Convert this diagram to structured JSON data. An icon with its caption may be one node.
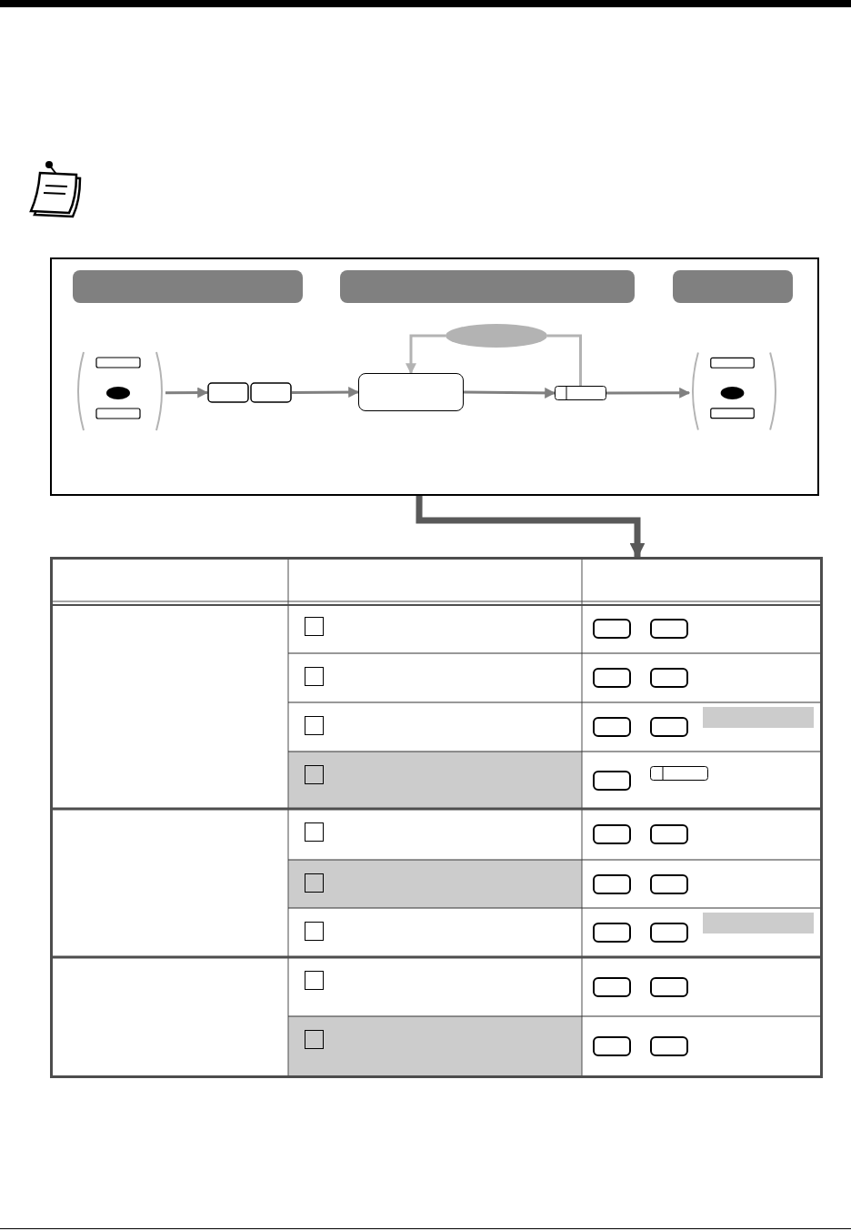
{
  "diagram": {
    "nodes": [
      {
        "text": [],
        "shape": "box"
      },
      {
        "text": [],
        "shape": "bar",
        "in": 0
      },
      {
        "text": [],
        "shape": "bar",
        "in": 0
      },
      {
        "text": [],
        "shape": "bar",
        "in": 0
      },
      {
        "text": [],
        "shape": "box",
        "in": 0
      },
      {
        "text": [],
        "shape": "box",
        "in": 0
      },
      {
        "text": [],
        "shape": "box",
        "in": 0
      },
      {
        "text": [],
        "shape": "box",
        "in": 0
      },
      {
        "text": [],
        "shape": "box",
        "in": 0
      },
      {
        "text": [],
        "shape": "ellipse",
        "in": 0
      },
      {
        "text": [],
        "shape": "box"
      },
      {
        "text": [],
        "shape": "bar",
        "in": 10
      },
      {
        "text": [],
        "shape": "bar",
        "in": 10
      }
    ],
    "edges": [
      {
        "from": 4,
        "to": 5,
        "arrow": "to"
      },
      {
        "from": 5,
        "to": 6,
        "arrow": "to"
      },
      {
        "from": 6,
        "to": 7,
        "arrow": "to"
      },
      {
        "from": 7,
        "to": 8,
        "arrow": "to"
      },
      {
        "from": 7,
        "to": 9,
        "arrow": "none",
        "color": "#b3b3b3"
      },
      {
        "from": 9,
        "to": 6,
        "arrow": "to",
        "color": "#b3b3b3"
      },
      {
        "from": 0,
        "to": 10,
        "arrow": "to",
        "style": "thick",
        "color": "#595959"
      }
    ]
  }
}
